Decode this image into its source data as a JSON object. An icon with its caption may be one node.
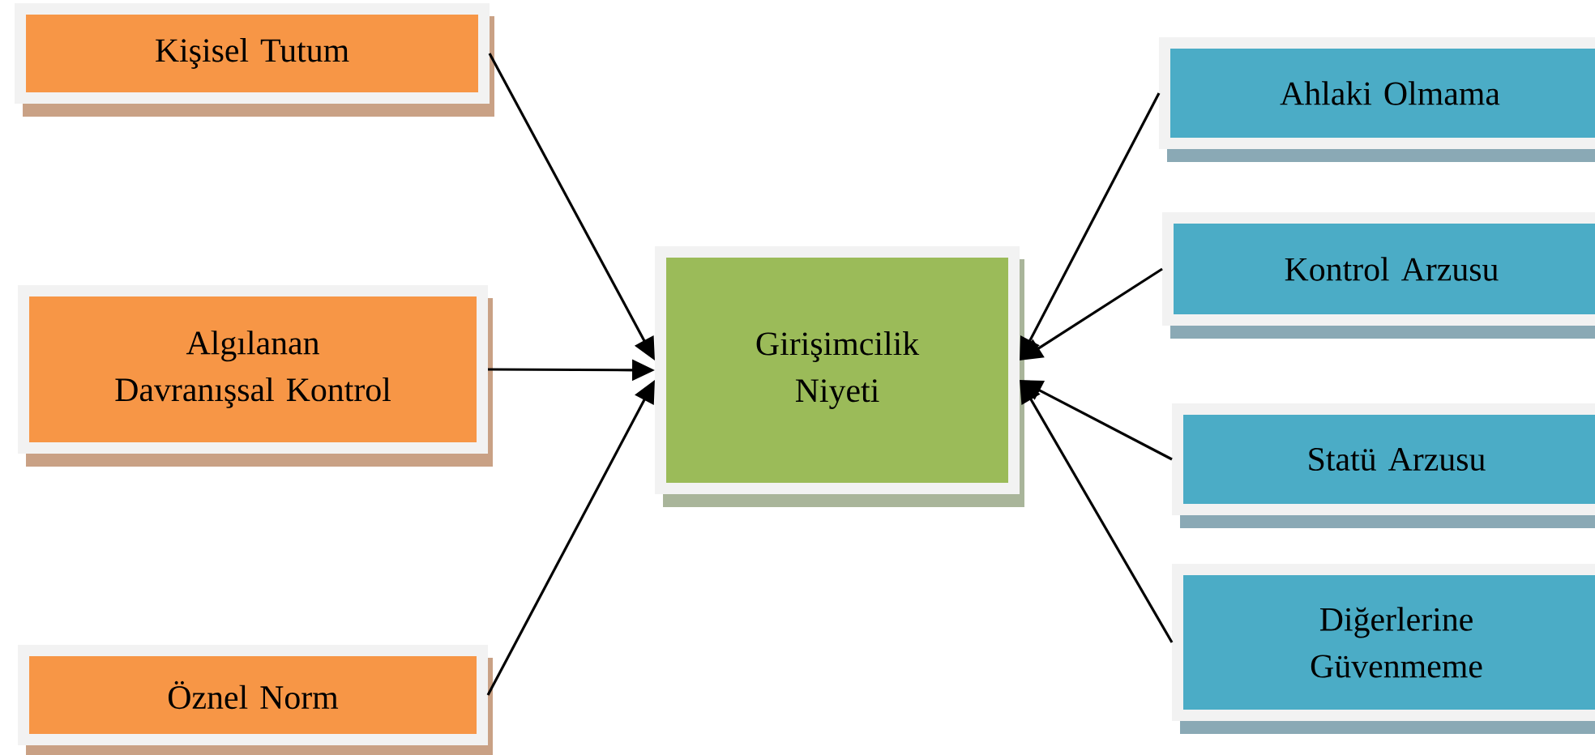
{
  "diagram": {
    "nodes": [
      {
        "text": [
          "Kişisel Tutum"
        ]
      },
      {
        "text": [
          "Algılanan Davranışsal Kontrol"
        ]
      },
      {
        "text": [
          "Öznel Norm"
        ]
      },
      {
        "text": [
          "Girişimcilik Niyeti"
        ]
      },
      {
        "text": [
          "Ahlaki Olmama"
        ]
      },
      {
        "text": [
          "Kontrol Arzusu"
        ]
      },
      {
        "text": [
          "Statü Arzusu"
        ]
      },
      {
        "text": [
          "Diğerlerine Güvenmeme"
        ]
      }
    ],
    "edges": [
      {
        "from": 0,
        "to": 3,
        "arrow": "to"
      },
      {
        "from": 1,
        "to": 3,
        "arrow": "to"
      },
      {
        "from": 2,
        "to": 3,
        "arrow": "to"
      },
      {
        "from": 4,
        "to": 3,
        "arrow": "to"
      },
      {
        "from": 5,
        "to": 3,
        "arrow": "to"
      },
      {
        "from": 6,
        "to": 3,
        "arrow": "to"
      },
      {
        "from": 7,
        "to": 3,
        "arrow": "to"
      }
    ]
  }
}
